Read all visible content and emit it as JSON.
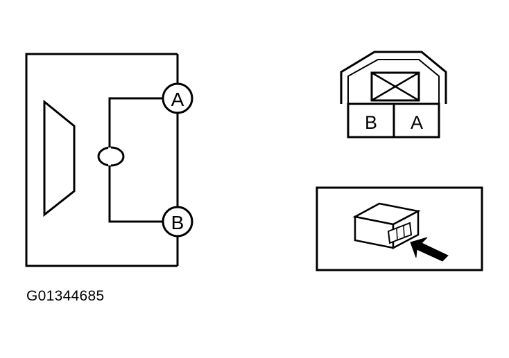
{
  "diagram": {
    "figure_id": "G01344685",
    "schematic": {
      "terminal_a": "A",
      "terminal_b": "B"
    },
    "connector_face": {
      "pin_left": "B",
      "pin_right": "A"
    },
    "component_view": {
      "pointer": "arrow-icon"
    }
  }
}
